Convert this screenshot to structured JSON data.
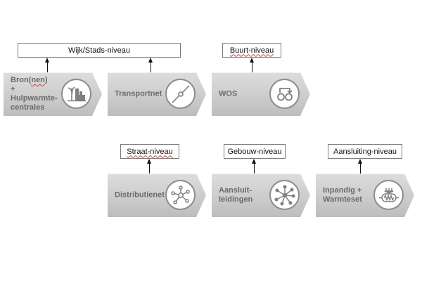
{
  "levels": {
    "wijk_stads": "Wijk/Stads-niveau",
    "buurt": "Buurt-niveau",
    "straat": "Straat-niveau",
    "gebouw": "Gebouw-niveau",
    "aansluiting": "Aansluiting-niveau"
  },
  "stages": {
    "bron": {
      "label_prefix": "Bron(",
      "label_squiggle": "nen",
      "label_suffix": ")\n+\nHulpwarmte-\ncentrales",
      "icon": "power-plant-icon"
    },
    "transportnet": {
      "label": "Transportnet",
      "icon": "transport-pipe-icon"
    },
    "wos": {
      "label": "WOS",
      "icon": "heat-exchange-station-icon"
    },
    "distributienet": {
      "label": "Distributienet",
      "icon": "distribution-network-icon"
    },
    "aansluitleidingen": {
      "label": "Aansluit-\nleidingen",
      "icon": "connection-pipes-icon"
    },
    "inpandig": {
      "label": "Inpandig +\nWarmteset",
      "icon": "heat-exchanger-set-icon"
    }
  },
  "colors": {
    "chevron_fill": "#cccccc",
    "label_text": "#6a6a6a",
    "icon_stroke": "#808080",
    "spellcheck_underline": "#d23a3a"
  }
}
